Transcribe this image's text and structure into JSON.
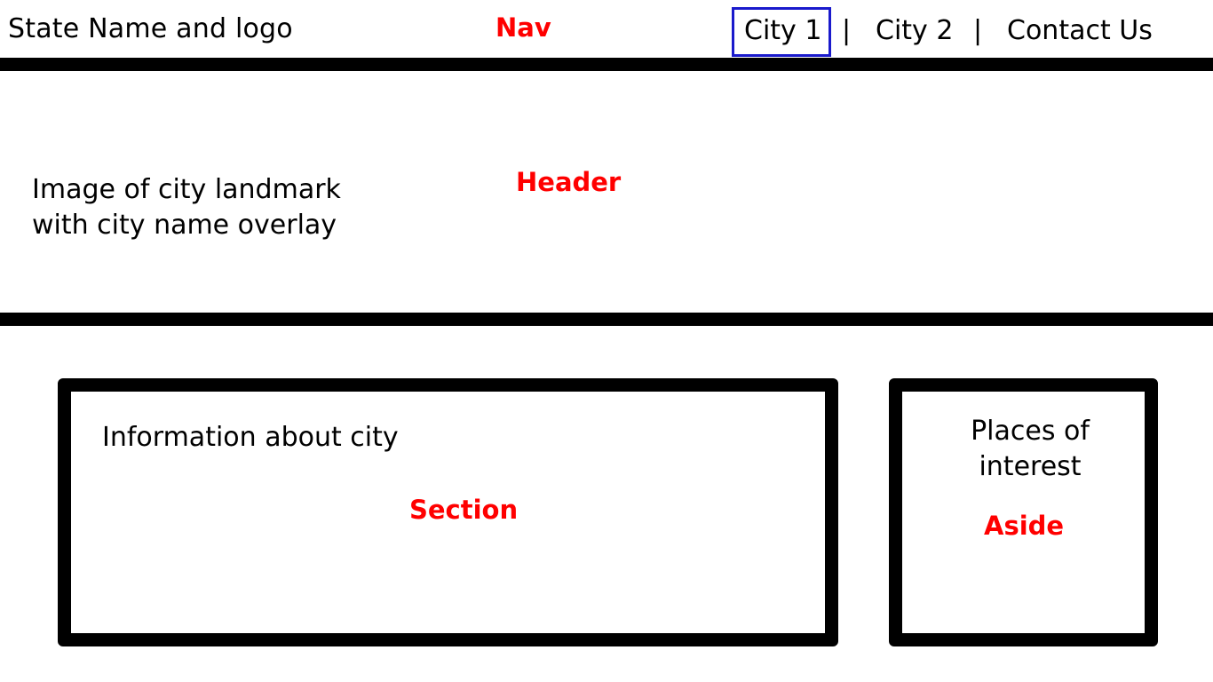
{
  "nav": {
    "site_name": "State Name and logo",
    "region_label": "Nav",
    "links": [
      {
        "label": "City 1",
        "active": true
      },
      {
        "label": "City 2",
        "active": false
      },
      {
        "label": "Contact Us",
        "active": false
      }
    ],
    "separator": "|"
  },
  "header": {
    "text_line1": "Image of city landmark",
    "text_line2": "with city name overlay",
    "region_label": "Header"
  },
  "section": {
    "text": "Information about city",
    "region_label": "Section"
  },
  "aside": {
    "text_line1": "Places of",
    "text_line2": "interest",
    "region_label": "Aside"
  },
  "colors": {
    "region_label": "#ff0000",
    "active_outline": "#1a1acc",
    "wireframe": "#000000",
    "background": "#ffffff"
  }
}
